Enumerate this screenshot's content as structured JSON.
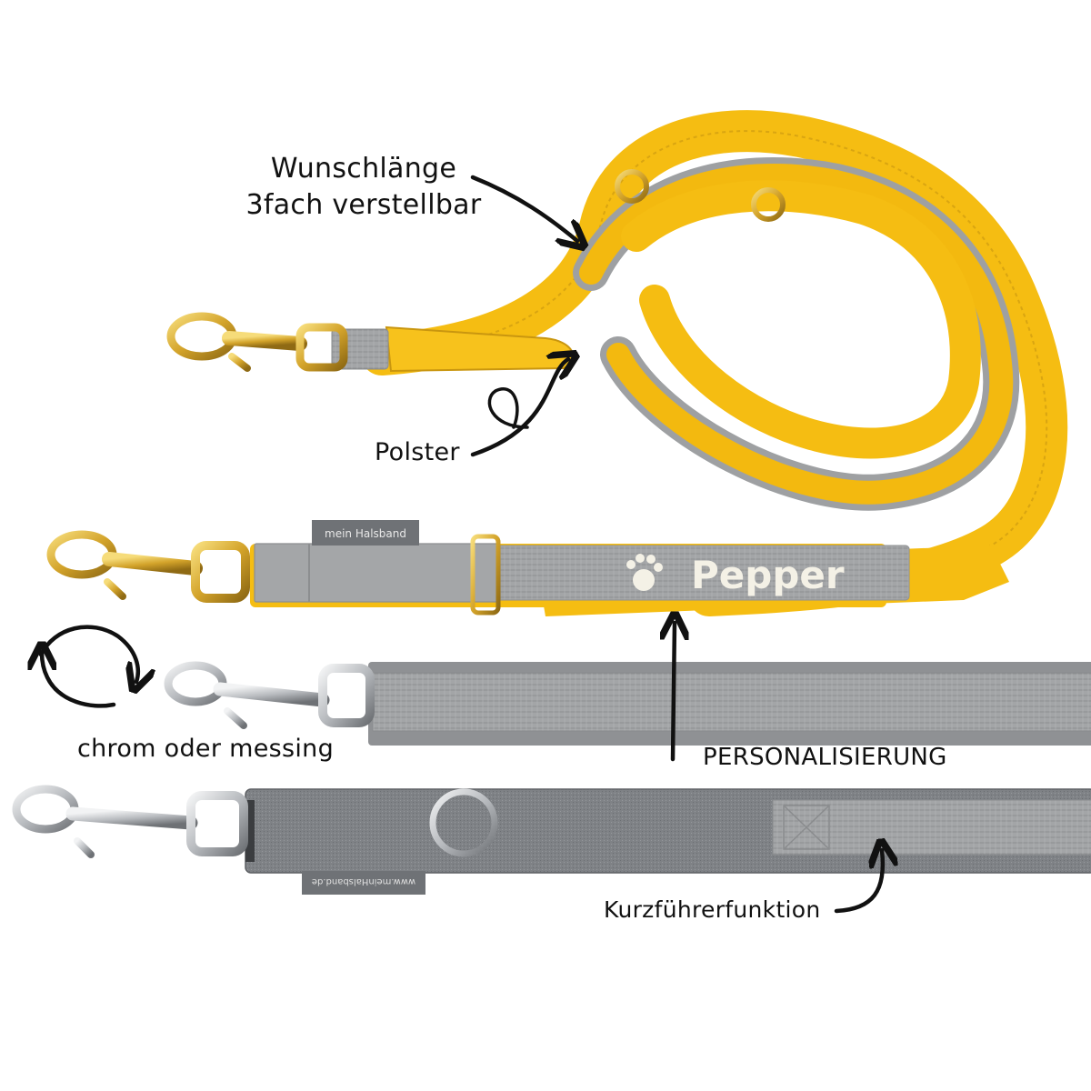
{
  "annotations": {
    "length_line1": "Wunschlänge",
    "length_line2": "3fach verstellbar",
    "padding": "Polster",
    "material": "chrom oder messing",
    "personalization": "PERSONALISIERUNG",
    "short_handle": "Kurzführerfunktion"
  },
  "engraving": {
    "name": "Pepper"
  },
  "tags": {
    "top_tag": "mein Halsband",
    "bottom_tag": "www.meinHalsband.de"
  },
  "colors": {
    "background": "#ffffff",
    "yellow_padding": "#f5bd12",
    "grey_webbing": "#9a9c9e",
    "dark_grey_fabric": "#7d8084",
    "brass": "#d8ad32",
    "chrome": "#c8cbcf",
    "annotation_ink": "#111111"
  }
}
